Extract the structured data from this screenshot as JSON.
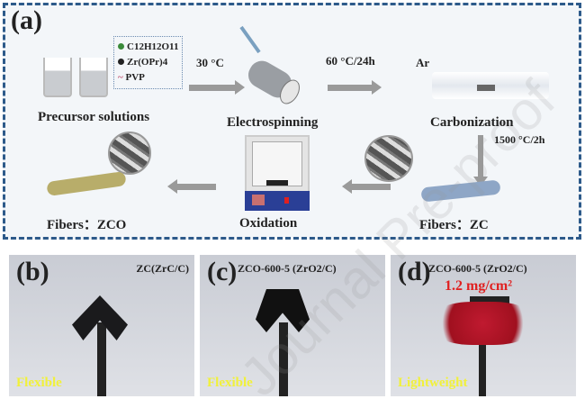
{
  "panel_a": {
    "tag": "(a)",
    "legend": [
      {
        "label": "C12H12O11",
        "color": "#3a8a3a"
      },
      {
        "label": "Zr(OPr)4",
        "color": "#222222"
      },
      {
        "label": "PVP",
        "color": "#c05070"
      }
    ],
    "precursor_label": "Precursor solutions",
    "step1_temp": "30 °C",
    "electrospinning_label": "Electrospinning",
    "step2_temp": "60 °C/24h",
    "gas_label": "Ar",
    "carbonization_label": "Carbonization",
    "step3_temp": "1500 °C/2h",
    "fibers_zc_label": "Fibers：ZC",
    "oxidation_label": "Oxidation",
    "fibers_zco_label": "Fibers：ZCO"
  },
  "panel_b": {
    "tag": "(b)",
    "title": "ZC(ZrC/C)",
    "caption": "Flexible"
  },
  "panel_c": {
    "tag": "(c)",
    "title": "ZCO-600-5 (ZrO2/C)",
    "caption": "Flexible"
  },
  "panel_d": {
    "tag": "(d)",
    "title": "ZCO-600-5 (ZrO2/C)",
    "density": "1.2 mg/cm²",
    "caption": "Lightweight"
  },
  "watermark": "Journal Pre-proof",
  "colors": {
    "border": "#2d5a8a",
    "caption": "#f1f13a",
    "density": "#e02020"
  }
}
